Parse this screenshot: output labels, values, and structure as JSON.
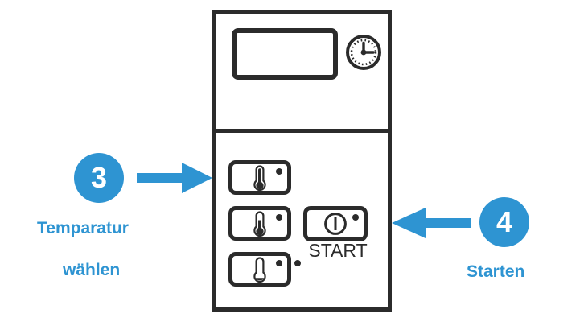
{
  "appliance": {
    "name": "oven-control-panel",
    "display": {
      "label": "",
      "type": "blank-lcd-display"
    },
    "clock": {
      "icon": "clock-icon"
    },
    "temperature_buttons": [
      {
        "id": "temp-high",
        "icon": "thermometer-full-icon",
        "fill_level": 1.0,
        "led": true
      },
      {
        "id": "temp-medium",
        "icon": "thermometer-half-icon",
        "fill_level": 0.45,
        "led": true
      },
      {
        "id": "temp-low",
        "icon": "thermometer-low-icon",
        "fill_level": 0.12,
        "led": true
      }
    ],
    "start_button": {
      "label": "START",
      "icon": "power-icon",
      "led": true
    }
  },
  "annotations": {
    "step3": {
      "number": "3",
      "caption_line1": "Temparatur",
      "caption_line2": "wählen",
      "arrow": "arrow-right-icon"
    },
    "step4": {
      "number": "4",
      "caption": "Starten",
      "arrow": "arrow-left-icon"
    }
  },
  "colors": {
    "accent_blue": "#2e94d2",
    "outline_dark": "#2b2b2b",
    "background": "#ffffff"
  }
}
